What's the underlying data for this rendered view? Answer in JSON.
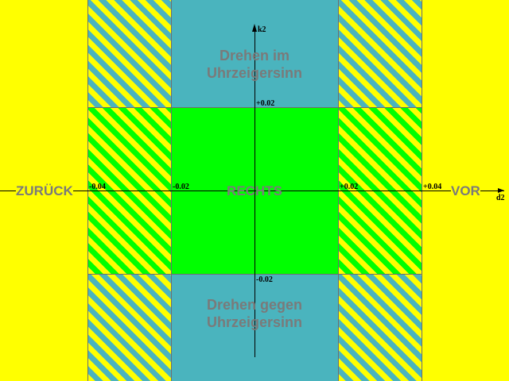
{
  "axes": {
    "x_label": "d2",
    "y_label": "k2"
  },
  "labels": {
    "back": "ZURÜCK",
    "forward": "VOR",
    "center": "RECHTS",
    "top_line1": "Drehen im",
    "top_line2": "Uhrzeigersinn",
    "bottom_line1": "Drehen gegen",
    "bottom_line2": "Uhrzeigersinn"
  },
  "ticks": {
    "x_neg_far": "-0.04",
    "x_neg_near": "-0.02",
    "x_pos_near": "+0.02",
    "x_pos_far": "+0.04",
    "y_pos": "+0.02",
    "y_neg": "-0.02"
  },
  "colors": {
    "background": "#ffff00",
    "teal": "#4ab4be",
    "green": "#00ff00",
    "label_gray": "#7a7a7a"
  }
}
